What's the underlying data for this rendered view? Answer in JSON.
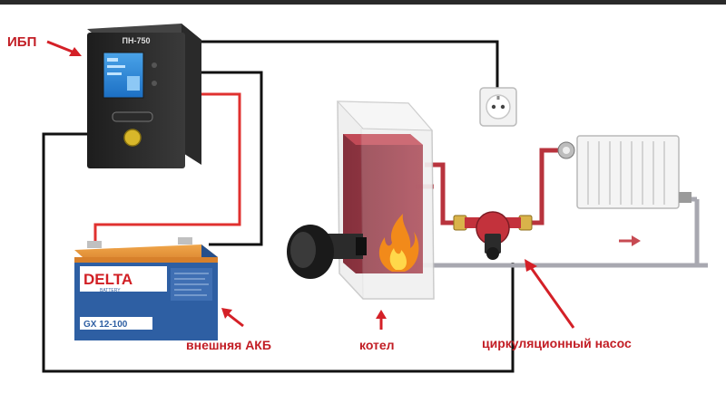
{
  "labels": {
    "ups": "ИБП",
    "battery": "внешняя АКБ",
    "boiler": "котел",
    "pump": "циркуляционный насос"
  },
  "ups": {
    "model": "ПН-750"
  },
  "battery": {
    "brand": "DELTA",
    "sub_brand": "BATTERY",
    "model": "GX 12-100"
  },
  "colors": {
    "cable_phase": "#e0312f",
    "cable_neutral": "#111111",
    "arrow": "#d42027",
    "label": "#c21d24",
    "pipe_hot": "#b8333d",
    "pipe_return": "#a8a8b0",
    "battery_blue": "#2e5fa3"
  },
  "icons": [
    "ups-unit",
    "wall-socket-icon",
    "radiator",
    "boiler-unit",
    "burner",
    "flame-icon",
    "circulation-pump",
    "battery-unit",
    "flow-arrow-icon"
  ]
}
